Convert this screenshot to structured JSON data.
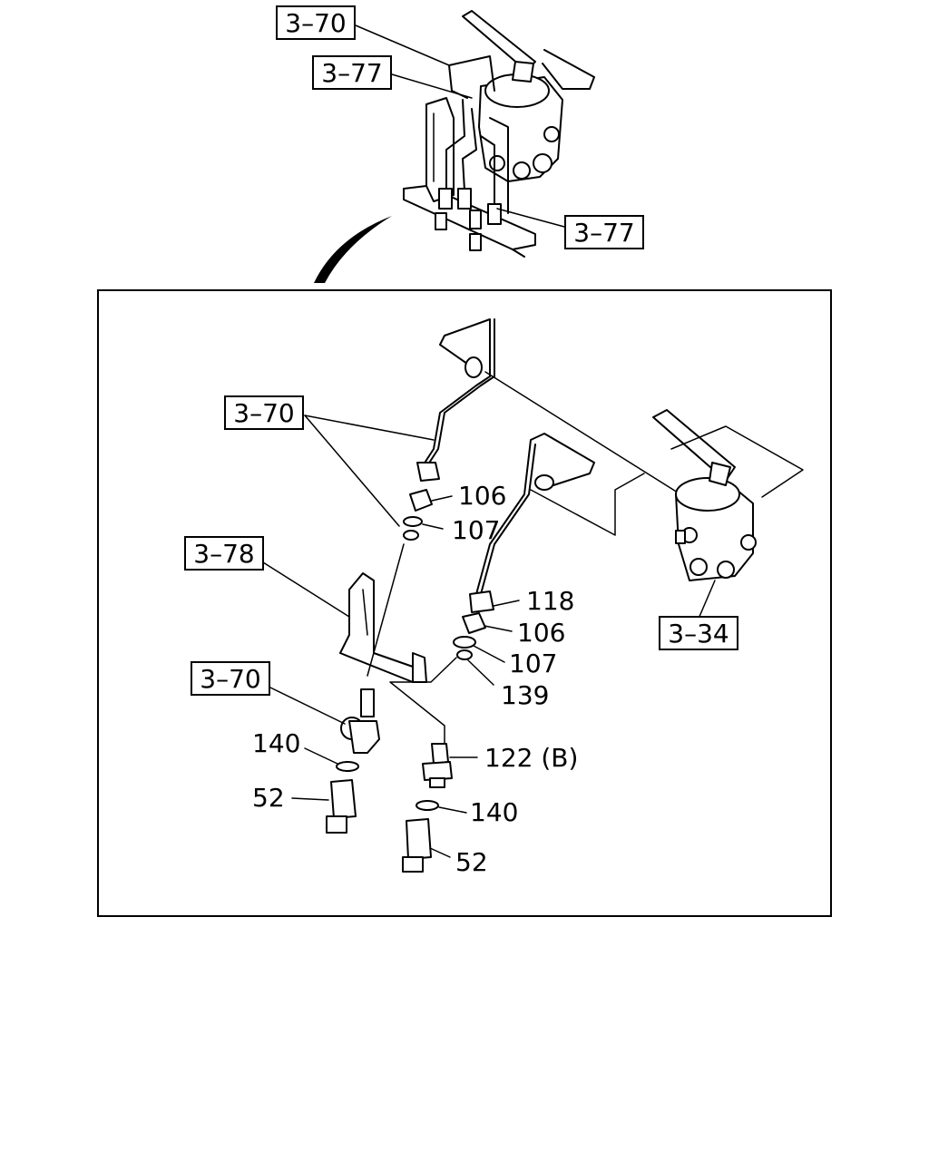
{
  "top_view": {
    "callouts": [
      {
        "text": "3–70",
        "boxed": true
      },
      {
        "text": "3–77",
        "boxed": true
      },
      {
        "text": "3–77",
        "boxed": true
      }
    ]
  },
  "detail_view": {
    "callouts": [
      {
        "text": "3–70",
        "boxed": true
      },
      {
        "text": "106",
        "boxed": false
      },
      {
        "text": "107",
        "boxed": false
      },
      {
        "text": "3–78",
        "boxed": true
      },
      {
        "text": "118",
        "boxed": false
      },
      {
        "text": "106",
        "boxed": false
      },
      {
        "text": "107",
        "boxed": false
      },
      {
        "text": "139",
        "boxed": false
      },
      {
        "text": "3–34",
        "boxed": true
      },
      {
        "text": "3–70",
        "boxed": true
      },
      {
        "text": "140",
        "boxed": false
      },
      {
        "text": "122 (B)",
        "boxed": false
      },
      {
        "text": "52",
        "boxed": false
      },
      {
        "text": "140",
        "boxed": false
      },
      {
        "text": "52",
        "boxed": false
      }
    ]
  }
}
